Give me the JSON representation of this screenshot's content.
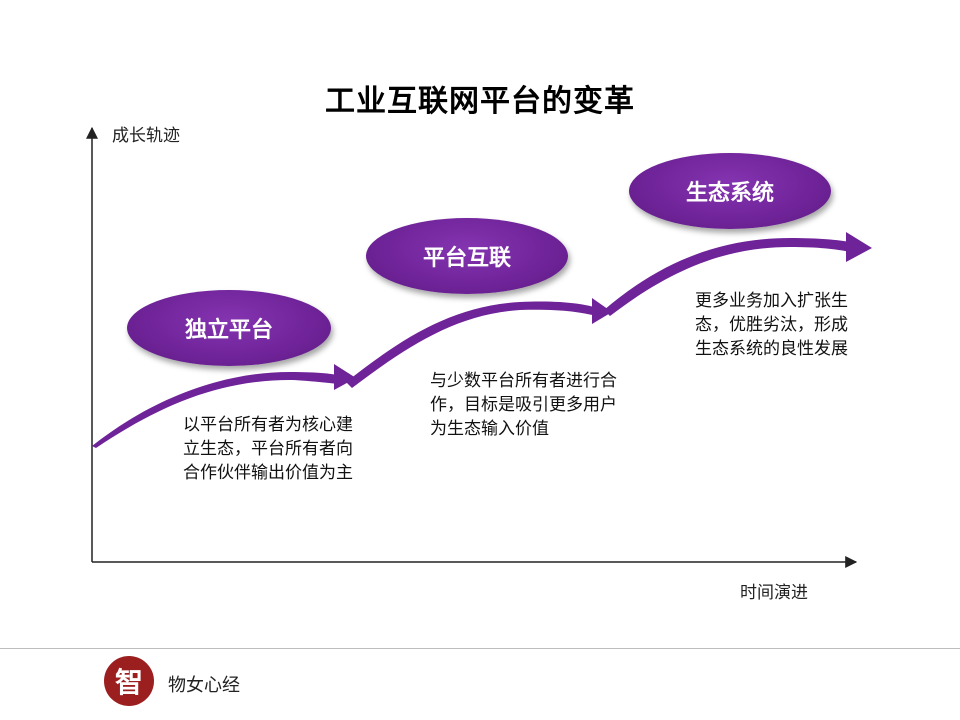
{
  "title": "工业互联网平台的变革",
  "y_axis_label": "成长轨迹",
  "x_axis_label": "时间演进",
  "stages": [
    {
      "label": "独立平台",
      "description": "以平台所有者为核心建立生态，平台所有者向合作伙伴输出价值为主"
    },
    {
      "label": "平台互联",
      "description": "与少数平台所有者进行合作，目标是吸引更多用户为生态输入价值"
    },
    {
      "label": "生态系统",
      "description": "更多业务加入扩张生态，优胜劣汰，形成生态系统的良性发展"
    }
  ],
  "footer": {
    "logo_glyph": "智",
    "brand": "物女心经"
  },
  "colors": {
    "accent": "#6f2398",
    "footer_logo": "#9c1f1f"
  }
}
